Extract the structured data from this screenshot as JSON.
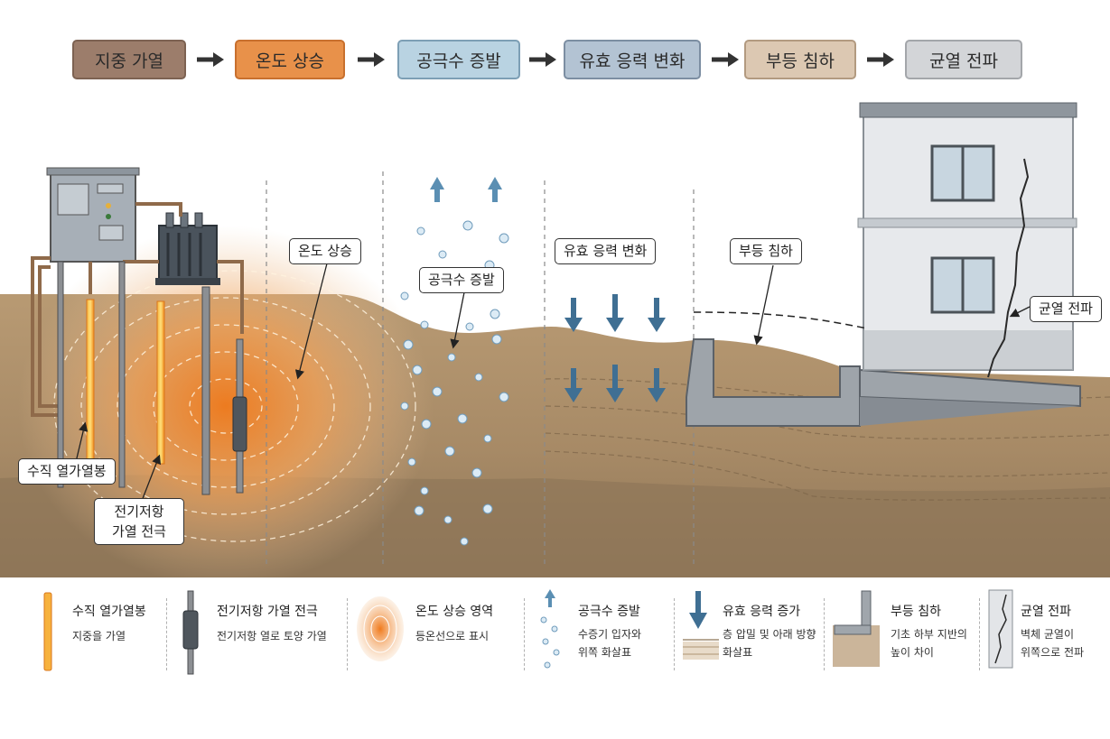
{
  "flow": {
    "steps": [
      {
        "label": "지중 가열",
        "bg": "#9c7d6b",
        "border": "#7d6252"
      },
      {
        "label": "온도 상승",
        "bg": "#e8914a",
        "border": "#c8702e"
      },
      {
        "label": "공극수 증발",
        "bg": "#b9d3e2",
        "border": "#7d9fb5"
      },
      {
        "label": "유효 응력 변화",
        "bg": "#b3c3d3",
        "border": "#7c8ea2"
      },
      {
        "label": "부등 침하",
        "bg": "#dcc8b2",
        "border": "#b29a80"
      },
      {
        "label": "균열 전파",
        "bg": "#d3d5d8",
        "border": "#a3a6aa"
      }
    ]
  },
  "callouts": {
    "vertical_rod": "수직 열가열봉",
    "electrode": "전기저항\n가열 전극",
    "temp_rise": "온도 상승",
    "evaporation": "공극수 증발",
    "stress": "유효 응력 변화",
    "settlement": "부등 침하",
    "crack": "균열 전파"
  },
  "legend": {
    "items": [
      {
        "title": "수직 열가열봉",
        "desc": "지중을 가열",
        "icon": "heating-rod-icon"
      },
      {
        "title": "전기저항 가열 전극",
        "desc": "전기저항 열로 토양 가열",
        "icon": "electrode-icon"
      },
      {
        "title": "온도 상승 영역",
        "desc": "등온선으로 표시",
        "icon": "isotherm-icon"
      },
      {
        "title": "공극수 증발",
        "desc": "수증기 입자와\n위쪽 화살표",
        "icon": "vapor-icon"
      },
      {
        "title": "유효 응력 증가",
        "desc": "층 압밀 및 아래 방향\n화살표",
        "icon": "down-arrow-icon"
      },
      {
        "title": "부등 침하",
        "desc": "기초 하부 지반의\n높이 차이",
        "icon": "footing-icon"
      },
      {
        "title": "균열 전파",
        "desc": "벽체 균열이\n위쪽으로 전파",
        "icon": "crack-icon"
      }
    ]
  },
  "colors": {
    "soil_top": "#b89a73",
    "soil_mid": "#a88a64",
    "soil_deep": "#8c7356",
    "heat": "#f08a2a",
    "vapor": "#5b8fb3",
    "arrow_down": "#3f6f93"
  }
}
